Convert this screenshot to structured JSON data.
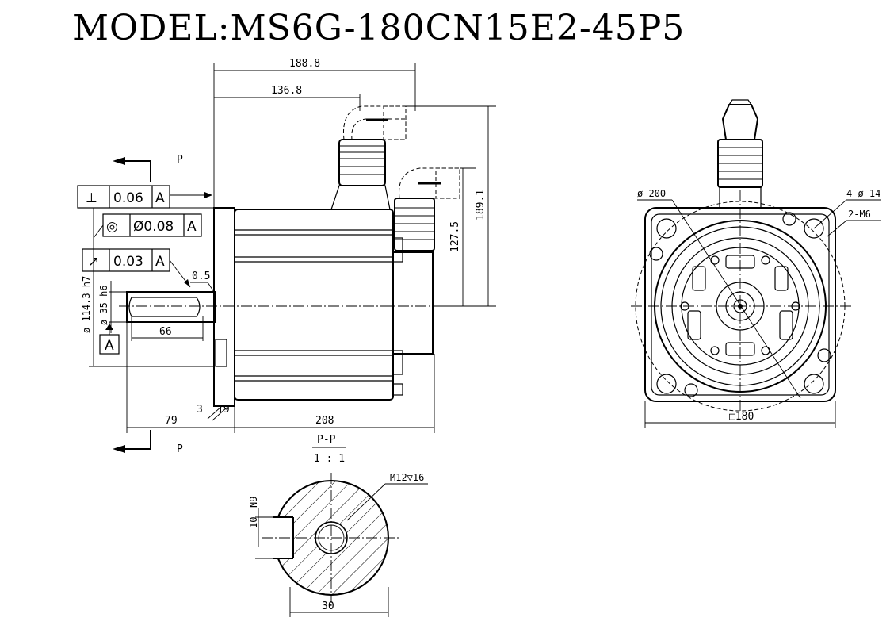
{
  "title": "MODEL:MS6G-180CN15E2-45P5",
  "section_marker": "P",
  "section_view": {
    "name": "P-P",
    "scale": "1 : 1"
  },
  "gdt": {
    "perpendicularity": {
      "symbol": "⊥",
      "tolerance": "0.06",
      "datum": "A"
    },
    "concentricity": {
      "symbol": "◎",
      "tolerance": "Ø0.08",
      "datum": "A"
    },
    "runout": {
      "symbol": "↗",
      "tolerance": "0.03",
      "datum": "A"
    },
    "datum_label": "A"
  },
  "dimensions": {
    "overall_length_with_connector": "188.8",
    "connector_offset": "136.8",
    "height_connector_large": "189.1",
    "height_connector_small": "127.5",
    "shaft_gap": "0.5",
    "pilot_diameter": "ø 114.3  h7",
    "shaft_diameter": "ø 35 h6",
    "key_length": "66",
    "shaft_length": "79",
    "flange_thickness_a": "3",
    "flange_thickness_b": "19",
    "body_length": "208",
    "bolt_circle": "ø 200",
    "mount_holes": "4-ø 14",
    "tapped_holes": "2-M6",
    "flange_square": "□180",
    "key_width": "N9",
    "key_depth": "10",
    "shaft_section_width": "30",
    "center_thread": "M12▽16"
  }
}
